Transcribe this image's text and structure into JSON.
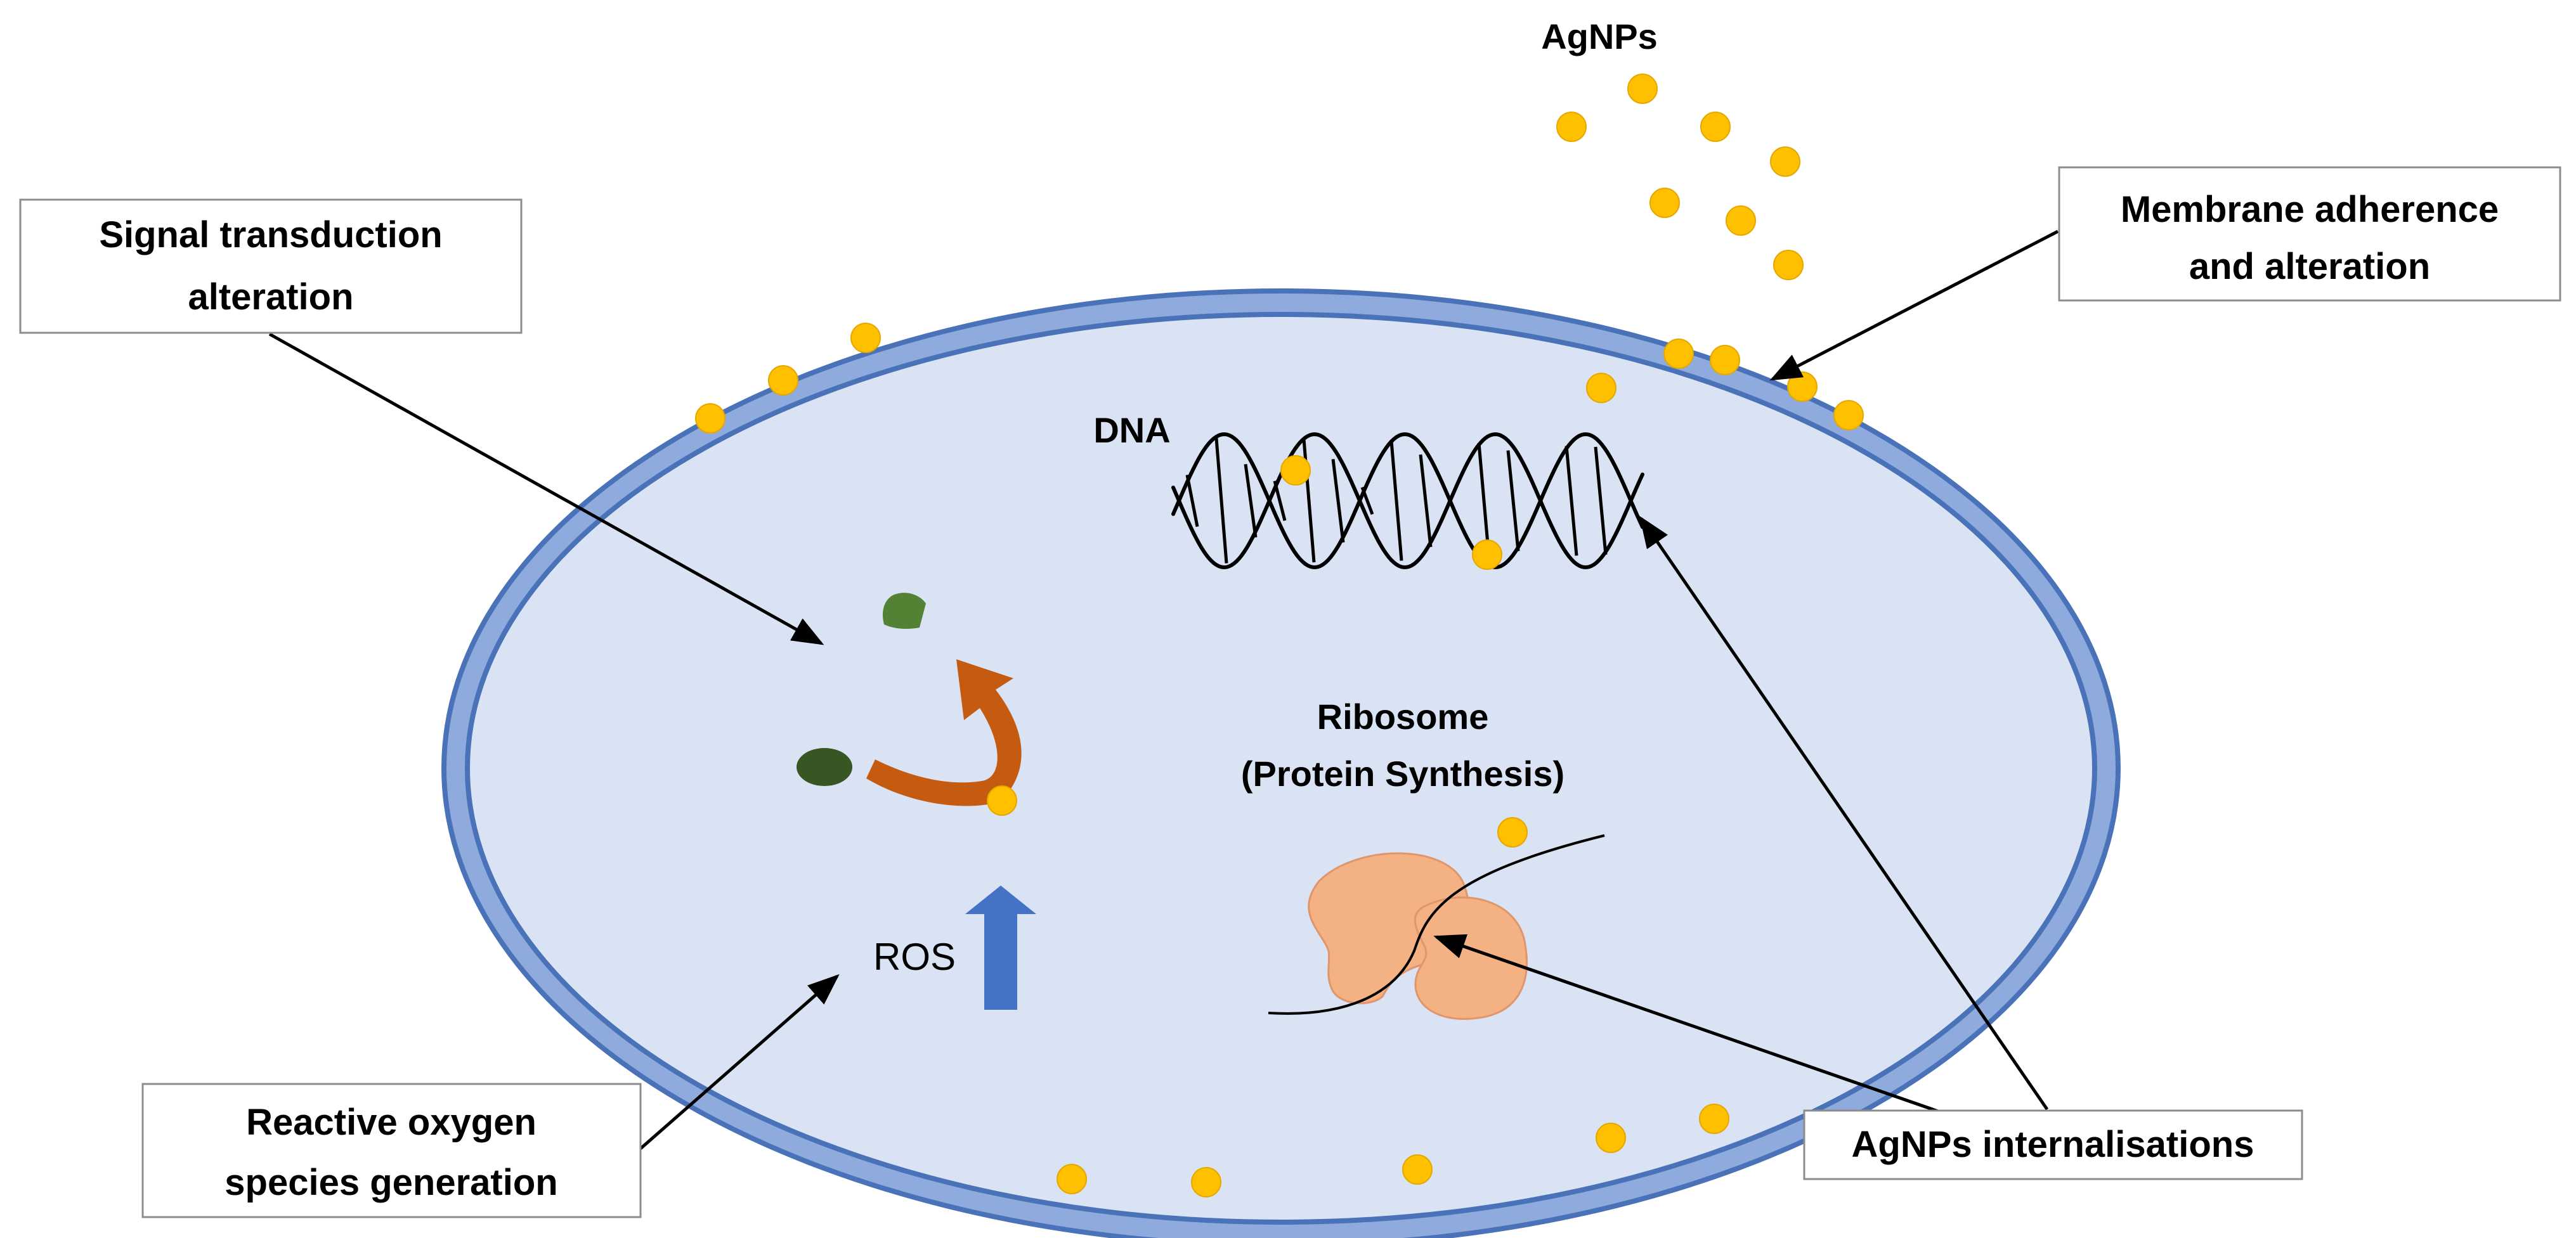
{
  "labels": {
    "agnps": "AgNPs",
    "membrane_line1": "Membrane adherence",
    "membrane_line2": "and alteration",
    "signal_line1": "Signal transduction",
    "signal_line2": "alteration",
    "dna": "DNA",
    "ribosome_line1": "Ribosome",
    "ribosome_line2": "(Protein Synthesis)",
    "ros": "ROS",
    "ros_gen_line1": "Reactive oxygen",
    "ros_gen_line2": "species generation",
    "internalisation": "AgNPs internalisations"
  },
  "colors": {
    "cell_wall": "#4a72b8",
    "cell_wall_inner": "#8faadc",
    "cytoplasm": "#dae3f3",
    "nanoparticle": "#ffc000",
    "ribosome": "#f4b183",
    "ros_arrow": "#4472c4",
    "transduction_arrow": "#c55a11",
    "molecule_dark": "#375623",
    "molecule_light": "#548235"
  }
}
